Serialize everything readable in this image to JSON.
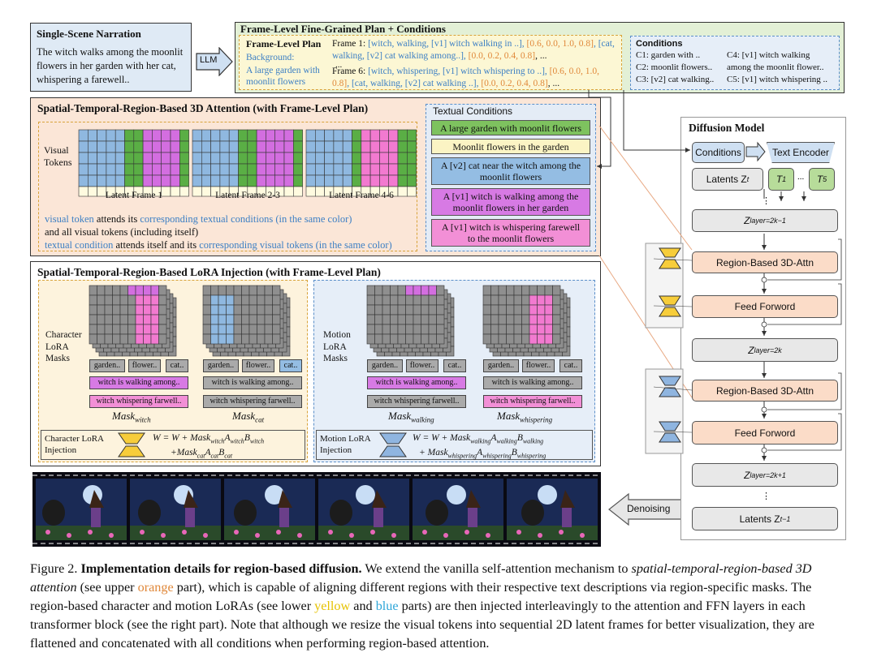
{
  "narration": {
    "title": "Single-Scene Narration",
    "text": "The witch walks among the moonlit flowers in her garden with her cat, whispering a farewell.."
  },
  "llm_label": "LLM",
  "plan": {
    "title": "Frame-Level Fine-Grained Plan + Conditions",
    "frame_plan_title": "Frame-Level Plan",
    "background_label": "Background:",
    "background_text": "A large garden with moonlit flowers",
    "frame1_prefix": "Frame 1: ",
    "frame1_text": "[witch, walking, [v1] witch walking in ..], ",
    "frame1_box": "[0.6, 0.0, 1.0, 0.8]",
    "frame1_text2": ", [cat, walking, [v2] cat walking among..], ",
    "frame1_box2": "[0.0, 0.2, 0.4, 0.8]",
    "ellipsis": ", ...",
    "dots": "...",
    "frame6_prefix": "Frame 6: ",
    "frame6_text": "[witch, whispering, [v1] witch whispering to ..], ",
    "frame6_box": "[0.6, 0.0, 1.0, 0.8]",
    "frame6_text2": ", [cat, walking, [v2] cat walking ..], ",
    "frame6_box2": "[0.0, 0.2, 0.4, 0.8]",
    "conditions_title": "Conditions",
    "conditions": [
      "C1: garden with ..",
      "C2: moonlit flowers..",
      "C3: [v2] cat walking..",
      "C4: [v1] witch walking",
      "among the moonlit flower..",
      "C5: [v1] witch whispering .."
    ]
  },
  "attention": {
    "title": "Spatial-Temporal-Region-Based 3D Attention (with Frame-Level Plan)",
    "visual_tokens_label": "Visual Tokens",
    "frames": [
      "Latent Frame 1",
      "Latent Frame 2-3",
      "Latent Frame 4-6"
    ],
    "note_1a": "visual token",
    "note_1b": " attends its ",
    "note_1c": "corresponding textual conditions (in the same color)",
    "note_2": "and all visual tokens (including itself)",
    "note_3a": "textual condition",
    "note_3b": " attends itself and its ",
    "note_3c": "corresponding visual tokens (in the same color)",
    "textual_conditions_title": "Textual Conditions",
    "textual_conditions": [
      "A large garden with moonlit flowers",
      "Moonlit flowers in the garden",
      "A [v2] cat near the witch among the moonlit flowers",
      "A [v1] witch is walking among the moonlit flowers in her garden",
      "A [v1] witch is whispering farewell to the moonlit flowers"
    ]
  },
  "lora": {
    "title": "Spatial-Temporal-Region-Based LoRA Injection (with Frame-Level Plan)",
    "character_masks_label": "Character LoRA Masks",
    "motion_masks_label": "Motion LoRA Masks",
    "chips": [
      "garden..",
      "flower..",
      "cat.."
    ],
    "walk_chip": "witch is walking among..",
    "whisper_chip": "witch whispering farwell..",
    "mask_witch": "Mask",
    "mask_witch_sub": "witch",
    "mask_cat_sub": "cat",
    "mask_walking_sub": "walking",
    "mask_whispering_sub": "whispering",
    "character_injection_label": "Character LoRA Injection",
    "character_formula_1": "W = W + Mask",
    "character_formula_2": "+Mask",
    "motion_injection_label": "Motion LoRA Injection",
    "motion_formula_1": "W = W + Mask",
    "motion_formula_2": "+ Mask"
  },
  "diffusion": {
    "title": "Diffusion Model",
    "conditions": "Conditions",
    "text_encoder": "Text Encoder",
    "latents": "Latents Z",
    "latents_sub": "t",
    "t1": "T",
    "t1_sub": "1",
    "t5": "T",
    "t5_sub": "5",
    "dots": "...",
    "vdots": "⋮",
    "z1": "Z",
    "z1_sub": "layer=2k−1",
    "attn1": "Region-Based 3D-Attn",
    "ff1": "Feed Forword",
    "z2": "Z",
    "z2_sub": "layer=2k",
    "attn2": "Region-Based 3D-Attn",
    "ff2": "Feed Forword",
    "z3": "Z",
    "z3_sub": "layer=2k+1",
    "latents_out": "Latents Z",
    "latents_out_sub": "t−1"
  },
  "denoising_label": "Denoising",
  "caption": {
    "label": "Figure 2.",
    "bold_title": "Implementation details for region-based diffusion.",
    "t1": " We extend the vanilla self-attention mechanism to ",
    "italic1": "spatial-temporal-region-based 3D attention",
    "t2": " (see upper ",
    "orange": "orange",
    "t3": " part), which is capable of aligning different regions with their respective text descriptions via region-specific masks. The region-based character and motion LoRAs (see lower ",
    "yellow": "yellow",
    "t4": " and ",
    "blue": "blue",
    "t5": " parts) are then injected interleavingly to the attention and FFN layers in each transformer block (see the right part). Note that although we resize the visual tokens into sequential 2D latent frames for better visualization, they are flattened and concatenated with all conditions when performing region-based attention."
  },
  "colors": {
    "blue_token": "#8fb8e0",
    "green_token": "#5aae45",
    "purple_token": "#d36ee0",
    "pink_token": "#f27ad0",
    "gray_token": "#8f8f8f",
    "attn_bg": "#fbe6d7",
    "lora_bg": "#fdf3dd"
  }
}
